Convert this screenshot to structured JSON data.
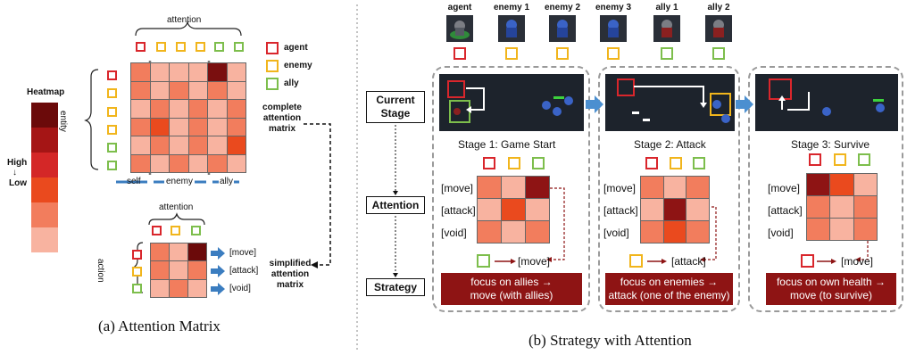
{
  "panel_a": {
    "caption": "(a) Attention Matrix",
    "heatmap_title": "Heatmap",
    "high_label": "High",
    "arrow_label": "↓",
    "low_label": "Low",
    "attention_top": "attention",
    "entity_label": "entity",
    "legend": [
      {
        "label": "agent",
        "color": "#d9262c"
      },
      {
        "label": "enemy",
        "color": "#f1b51c"
      },
      {
        "label": "ally",
        "color": "#7dbe4c"
      }
    ],
    "complete_label": [
      "complete",
      "attention",
      "matrix"
    ],
    "group_labels": {
      "self": "self",
      "enemy": "enemy",
      "ally": "ally"
    },
    "attention_bottom": "attention",
    "action_label": "action",
    "action_rows": [
      "[move]",
      "[attack]",
      "[void]"
    ],
    "simplified_label": [
      "simplified",
      "attention",
      "matrix"
    ],
    "heat_colors": [
      "#6b0a0a",
      "#a51515",
      "#d42727",
      "#ea4a1e",
      "#f27d5d",
      "#f8b3a0"
    ]
  },
  "panel_b": {
    "caption": "(b) Strategy with Attention",
    "units": [
      "agent",
      "enemy 1",
      "enemy 2",
      "enemy 3",
      "ally 1",
      "ally 2"
    ],
    "unit_colors": [
      "#d9262c",
      "#f1b51c",
      "#f1b51c",
      "#f1b51c",
      "#7dbe4c",
      "#7dbe4c"
    ],
    "left_labels": {
      "current": [
        "Current",
        "Stage"
      ],
      "attention": "Attention",
      "strategy": "Strategy"
    },
    "stages": [
      {
        "title": "Stage 1: Game Start",
        "rows": [
          "[move]",
          "[attack]",
          "[void]"
        ],
        "result": "[move]",
        "strategy": [
          "focus on allies →",
          "move (with allies)"
        ]
      },
      {
        "title": "Stage 2: Attack",
        "rows": [
          "[move]",
          "[attack]",
          "[void]"
        ],
        "result": "[attack]",
        "strategy": [
          "focus on enemies →",
          "attack (one of the enemy)"
        ]
      },
      {
        "title": "Stage 3: Survive",
        "rows": [
          "[move]",
          "[attack]",
          "[void]"
        ],
        "result": "[move]",
        "strategy": [
          "focus on own health →",
          "move (to survive)"
        ]
      }
    ]
  }
}
